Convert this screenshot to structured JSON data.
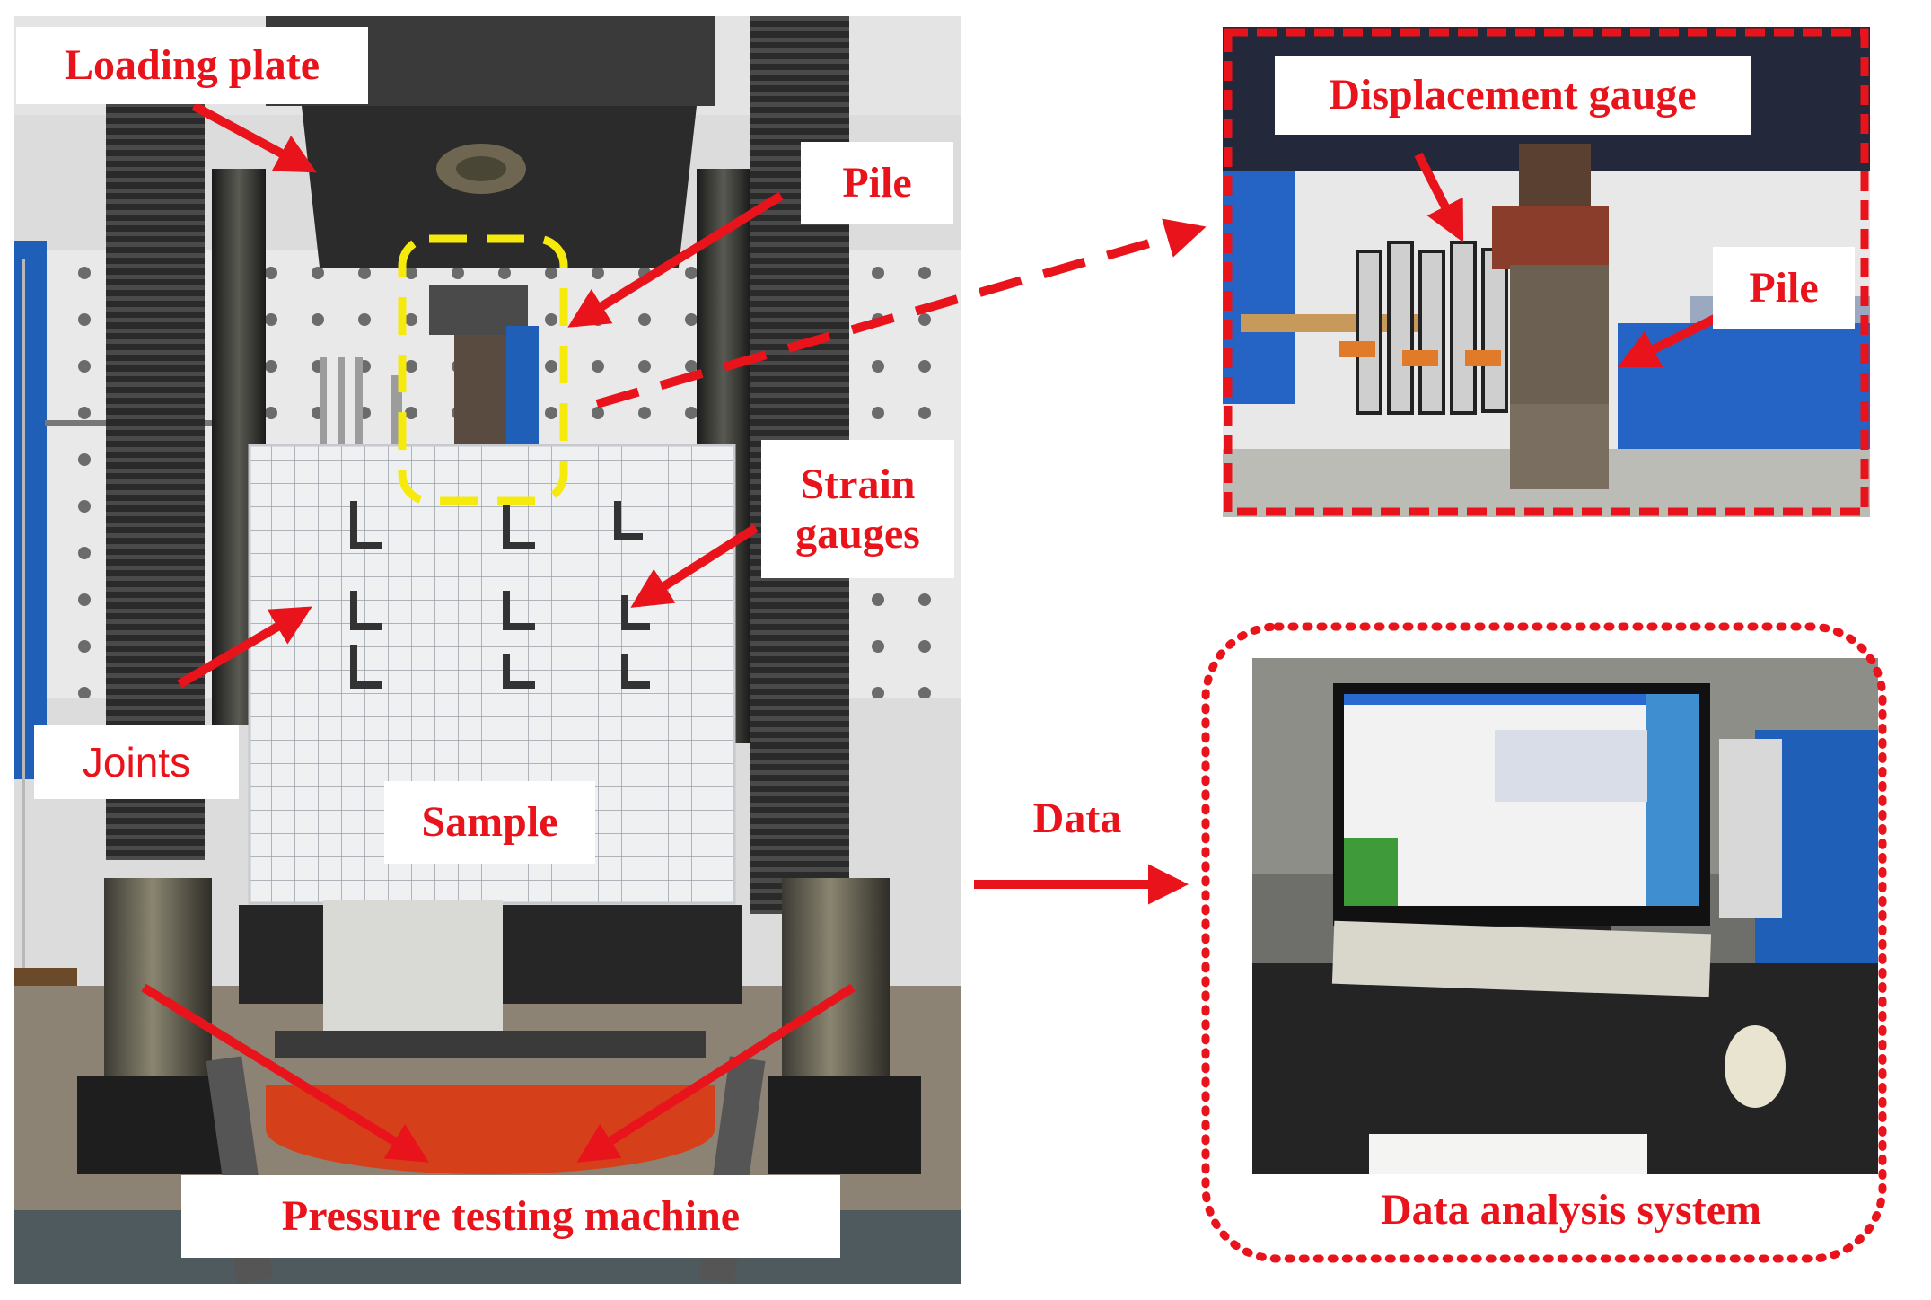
{
  "labels": {
    "loading_plate": "Loading plate",
    "pile_main": "Pile",
    "strain_gauges": "Strain\ngauges",
    "joints": "Joints",
    "sample": "Sample",
    "pressure_machine": "Pressure testing machine",
    "displacement_gauge": "Displacement gauge",
    "pile_detail": "Pile",
    "data": "Data",
    "data_analysis": "Data analysis system"
  },
  "colors": {
    "accent_red": "#e8131b",
    "highlight_yellow": "#f5ea0c",
    "machine_dark": "#2b2b2b",
    "sample_white": "#ecedef",
    "base_orange": "#d5401a",
    "rack_blue": "#1f5fb8"
  },
  "icons": {
    "main_photo": "pressure-testing-machine-photo",
    "detail_photo": "displacement-gauge-photo",
    "computer_photo": "computer-workstation-photo"
  }
}
